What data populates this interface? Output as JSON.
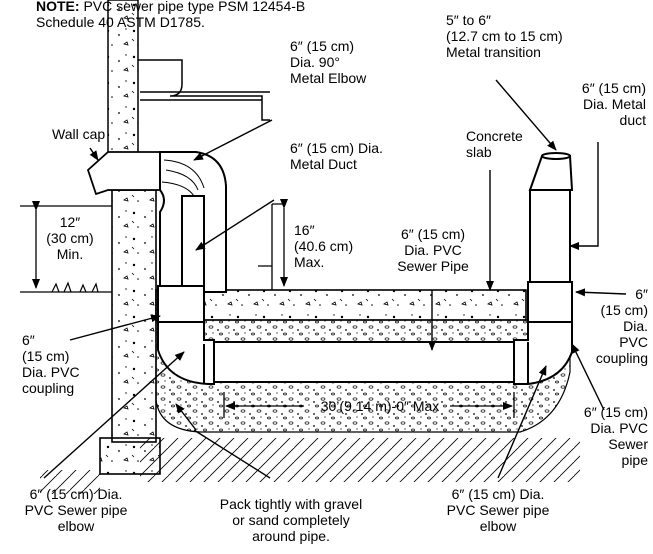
{
  "note": {
    "prefix": "NOTE:",
    "line1": "PVC sewer pipe type PSM 12454-B",
    "line2": "Schedule 40 ASTM D1785."
  },
  "labels": {
    "transition": [
      "5″ to 6″",
      "(12.7 cm to 15 cm)",
      "Metal transition"
    ],
    "metal_elbow": [
      "6″ (15 cm)",
      "Dia. 90°",
      "Metal Elbow"
    ],
    "wall_cap": [
      "Wall cap"
    ],
    "metal_duct_right": [
      "6″ (15 cm)",
      "Dia. Metal",
      "duct"
    ],
    "concrete_slab": [
      "Concrete",
      "slab"
    ],
    "metal_duct_center": [
      "6″ (15 cm) Dia.",
      "Metal Duct"
    ],
    "dim_12": [
      "12″",
      "(30 cm)",
      "Min."
    ],
    "dim_16": [
      "16″",
      "(40.6 cm)",
      "Max."
    ],
    "sewer_pipe_center": [
      "6″ (15 cm)",
      "Dia. PVC",
      "Sewer Pipe"
    ],
    "coupling_right": [
      "6″",
      "(15 cm)",
      "Dia.",
      "PVC",
      "coupling"
    ],
    "coupling_left": [
      "6″",
      "(15 cm)",
      "Dia. PVC",
      "coupling"
    ],
    "run_length": [
      "30’(9.14 m)-0″ Max"
    ],
    "elbow_right_side": [
      "6″ (15 cm)",
      "Dia. PVC",
      "Sewer",
      "pipe"
    ],
    "elbow_left_bottom": [
      "6″ (15 cm) Dia.",
      "PVC Sewer pipe",
      "elbow"
    ],
    "gravel": [
      "Pack tightly with gravel",
      "or sand completely",
      "around pipe."
    ],
    "elbow_center_bottom": [
      "6″ (15 cm) Dia.",
      "PVC Sewer pipe",
      "elbow"
    ]
  }
}
